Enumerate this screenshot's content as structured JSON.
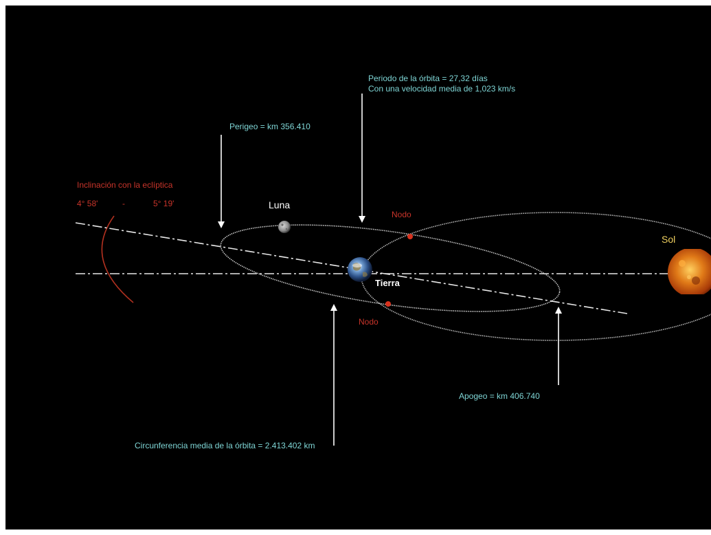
{
  "colors": {
    "background": "#000000",
    "cyan_text": "#7fd6d6",
    "red_text": "#c8342a",
    "orbit_line": "#c8c8c8",
    "node_dot": "#d8321e",
    "white_text": "#ffffff",
    "sun_text": "#f0d060"
  },
  "labels": {
    "periodo_line1": "Periodo de la órbita = 27,32 días",
    "periodo_line2": "Con una velocidad media de 1,023 km/s",
    "perigeo": "Perigeo = km 356.410",
    "inclinacion_title": "Inclinación con la eclíptica",
    "inclinacion_min": "4° 58'",
    "inclinacion_dash": "-",
    "inclinacion_max": "5° 19'",
    "luna": "Luna",
    "nodo_top": "Nodo",
    "nodo_bottom": "Nodo",
    "sol": "Sol",
    "tierra": "Tierra",
    "apogeo": "Apogeo = km 406.740",
    "circunferencia": "Circunferencia media de la órbita = 2.413.402 km"
  },
  "icons": {
    "moon": "moon-icon",
    "earth": "earth-icon",
    "sun": "sun-icon"
  }
}
